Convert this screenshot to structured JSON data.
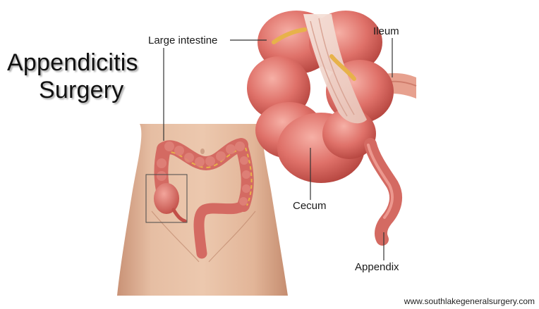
{
  "title": {
    "line1": "Appendicitis",
    "line2": "Surgery"
  },
  "labels": {
    "large_intestine": "Large intestine",
    "ileum": "Ileum",
    "cecum": "Cecum",
    "appendix": "Appendix"
  },
  "watermark": "www.southlakegeneralsurgery.com",
  "colors": {
    "skin": "#e2b598",
    "intestine": "#d96a64",
    "intestine_dark": "#b8453f",
    "fat_stripe": "#e7b24a",
    "background": "#ffffff"
  }
}
